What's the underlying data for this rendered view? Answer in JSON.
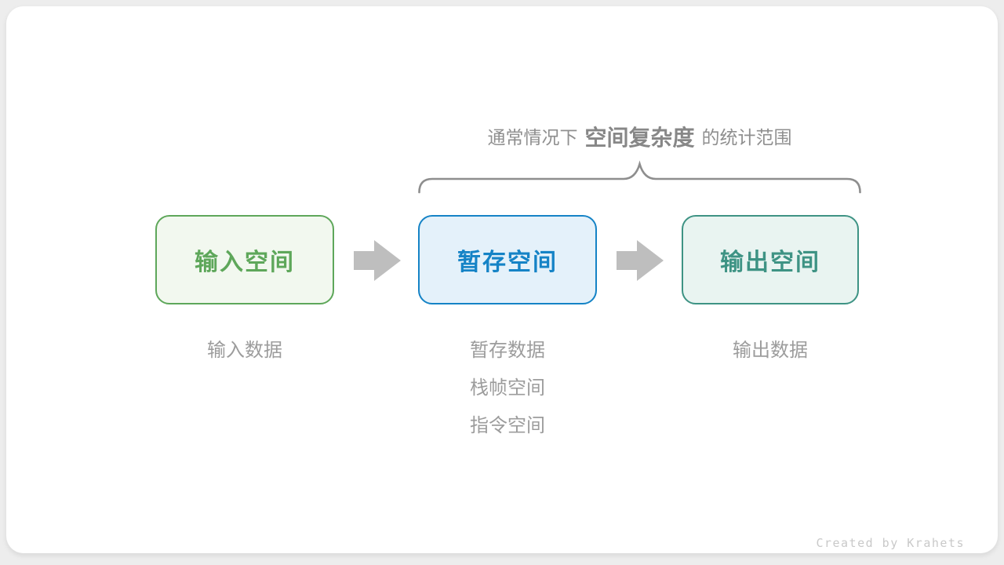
{
  "canvas": {
    "page_bg": "#ededed",
    "card_bg": "#ffffff"
  },
  "annotation": {
    "prefix": "通常情况下",
    "highlight": "空间复杂度",
    "suffix": "的统计范围",
    "text_color": "#8f8f8f",
    "highlight_color": "#878787"
  },
  "brace_color": "#8e8e8e",
  "arrow_color": "#bebebe",
  "boxes": [
    {
      "id": "input-space",
      "label": "输入空间",
      "text_color": "#5ea75a",
      "border_color": "#5ea75a",
      "bg_color": "#f2f8ef"
    },
    {
      "id": "temp-space",
      "label": "暂存空间",
      "text_color": "#1583c6",
      "border_color": "#1583c6",
      "bg_color": "#e4f1fa"
    },
    {
      "id": "output-space",
      "label": "输出空间",
      "text_color": "#3e9384",
      "border_color": "#3e9384",
      "bg_color": "#e9f4f1"
    }
  ],
  "columns": [
    {
      "notes": {
        "n0": "输入数据"
      }
    },
    {
      "notes": {
        "n0": "暂存数据",
        "n1": "栈帧空间",
        "n2": "指令空间"
      }
    },
    {
      "notes": {
        "n0": "输出数据"
      }
    }
  ],
  "note_color": "#9c9c9c",
  "credit": "Created by Krahets"
}
